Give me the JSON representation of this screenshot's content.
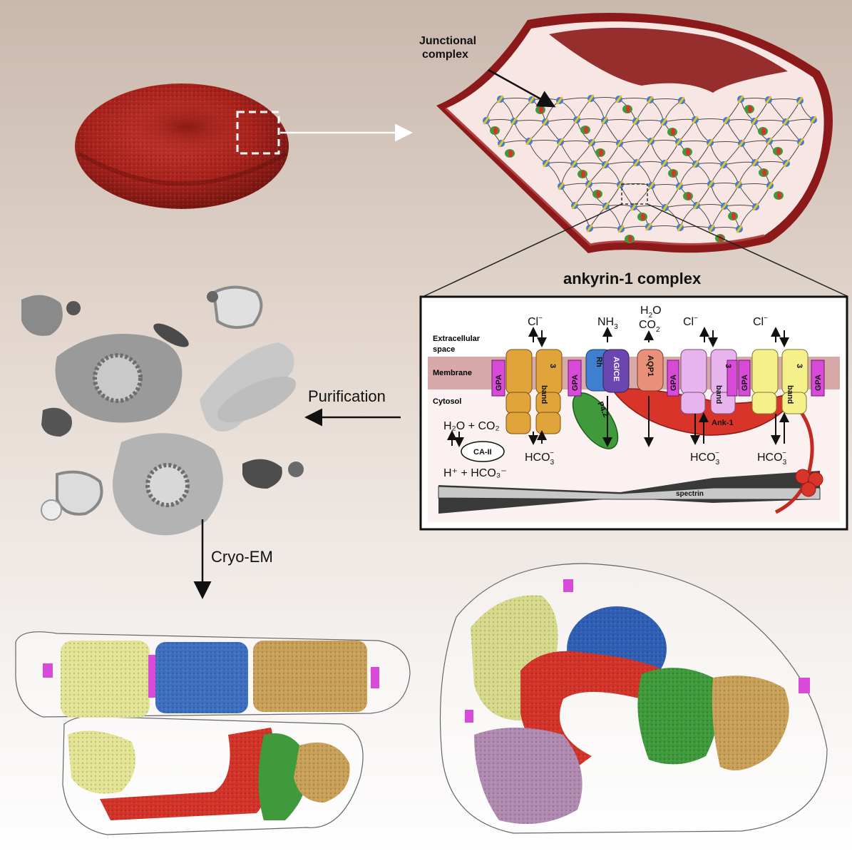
{
  "labels": {
    "junctional_line1": "Junctional",
    "junctional_line2": "complex",
    "ankyrin_title": "ankyrin-1 complex",
    "purification": "Purification",
    "cryo_em": "Cryo-EM"
  },
  "panel": {
    "extracellular": [
      "Extracellular",
      "space"
    ],
    "membrane": "Membrane",
    "cytosol": "Cytosol",
    "cl": "Cl",
    "nh3": "NH",
    "h2o": "H",
    "co2": "CO",
    "hco3": "HCO",
    "gpa": "GPA",
    "band": "band",
    "three": "3",
    "rh": "Rh",
    "agce": "AG/CE",
    "aqp1": "AQP1",
    "p42": "P4.2",
    "ank1": "Ank-1",
    "spectrin": "spectrin",
    "caii": "CA-II",
    "eq_top": "H₂O + CO₂",
    "eq_bottom": "H⁺ + HCO₃⁻"
  },
  "colors": {
    "rbc": "#b3231c",
    "band3_orange": "#e0a43a",
    "band3_pink": "#e8b4ee",
    "band3_yellow": "#f5f08a",
    "gpa": "#d84ad8",
    "rh_blue": "#3f7fd0",
    "agce_purple": "#6b45b0",
    "aqp1": "#e8907a",
    "p42_green": "#3f9a3c",
    "ank1_red": "#d9342a",
    "membrane_band": "#d7a9a8"
  }
}
